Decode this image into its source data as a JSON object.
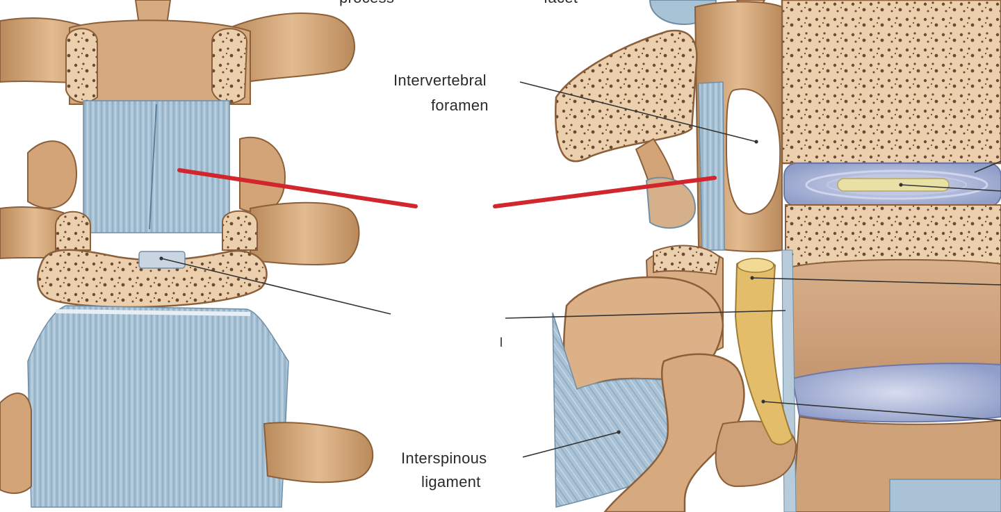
{
  "labels": {
    "top_left_partial": "process",
    "top_right_partial": "facet",
    "intervertebral_foramen_line1": "Intervertebral",
    "intervertebral_foramen_line2": "foramen",
    "interspinous_ligament_line1": "Interspinous",
    "interspinous_ligament_line2": "ligament",
    "stray_mark": "l"
  },
  "colors": {
    "bone": "#d9ae84",
    "bone_dark": "#a97a4d",
    "bone_light": "#f0d2b0",
    "cancellous": "#ecd0ae",
    "ligament": "#9ab7cd",
    "ligament_light": "#c5d8e6",
    "disc": "#aab6d6",
    "nucleus": "#e7dfa0",
    "nerve": "#e4bd6a",
    "leader_line": "#333333",
    "red_marker": "#d1262d",
    "background": "#ffffff"
  }
}
